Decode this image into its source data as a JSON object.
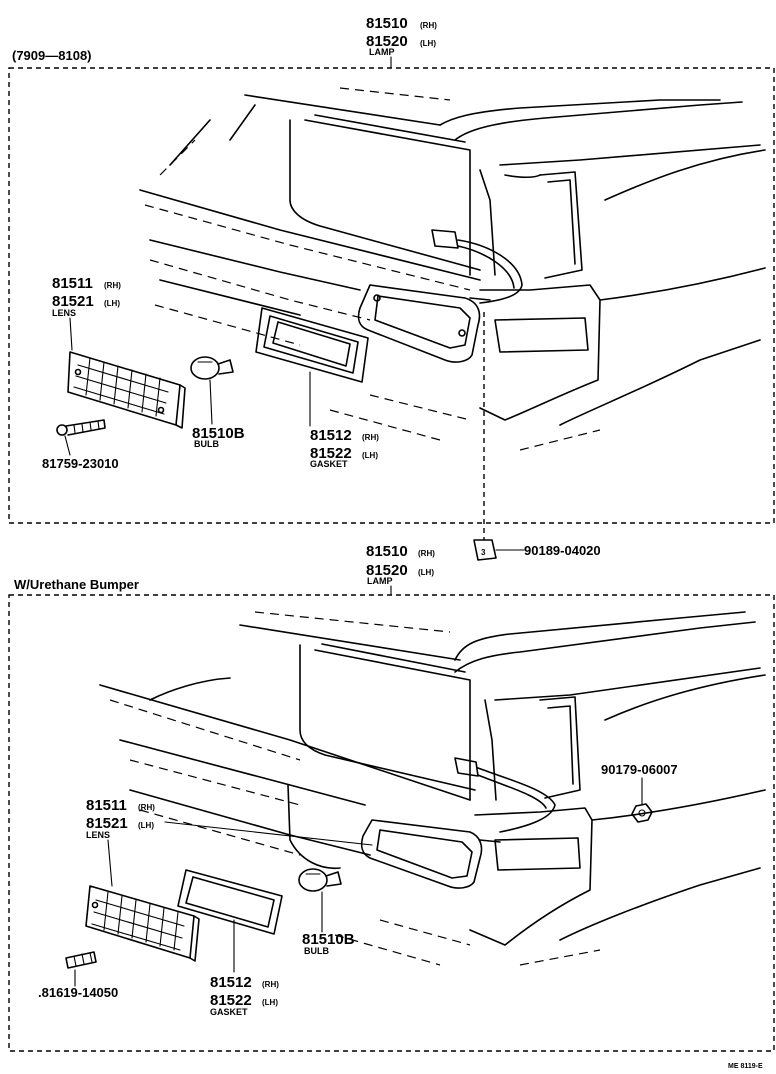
{
  "sections": [
    {
      "header": "(7909—8108)",
      "lamp": {
        "pn1": "81510",
        "sf1": "(RH)",
        "pn2": "81520",
        "sf2": "(LH)",
        "cap": "LAMP"
      },
      "lens": {
        "pn1": "81511",
        "sf1": "(RH)",
        "pn2": "81521",
        "sf2": "(LH)",
        "cap": "LENS"
      },
      "bulb": {
        "pn": "81510B",
        "cap": "BULB"
      },
      "gasket": {
        "pn1": "81512",
        "sf1": "(RH)",
        "pn2": "81522",
        "sf2": "(LH)",
        "cap": "GASKET"
      },
      "screw": {
        "pn": "81759-23010"
      }
    },
    {
      "header": "W/Urethane Bumper",
      "lamp": {
        "pn1": "81510",
        "sf1": "(RH)",
        "pn2": "81520",
        "sf2": "(LH)",
        "cap": "LAMP"
      },
      "lens": {
        "pn1": "81511",
        "sf1": "(RH)",
        "pn2": "81521",
        "sf2": "(LH)",
        "cap": "LENS"
      },
      "bulb": {
        "pn": "81510B",
        "cap": "BULB"
      },
      "gasket": {
        "pn1": "81512",
        "sf1": "(RH)",
        "pn2": "81522",
        "sf2": "(LH)",
        "cap": "GASKET"
      },
      "screw": {
        "pn": ".81619-14050"
      },
      "nut": {
        "pn": "90179-06007"
      }
    }
  ],
  "clip": {
    "pn": "90189-04020"
  },
  "footer": "ME  8119-E"
}
